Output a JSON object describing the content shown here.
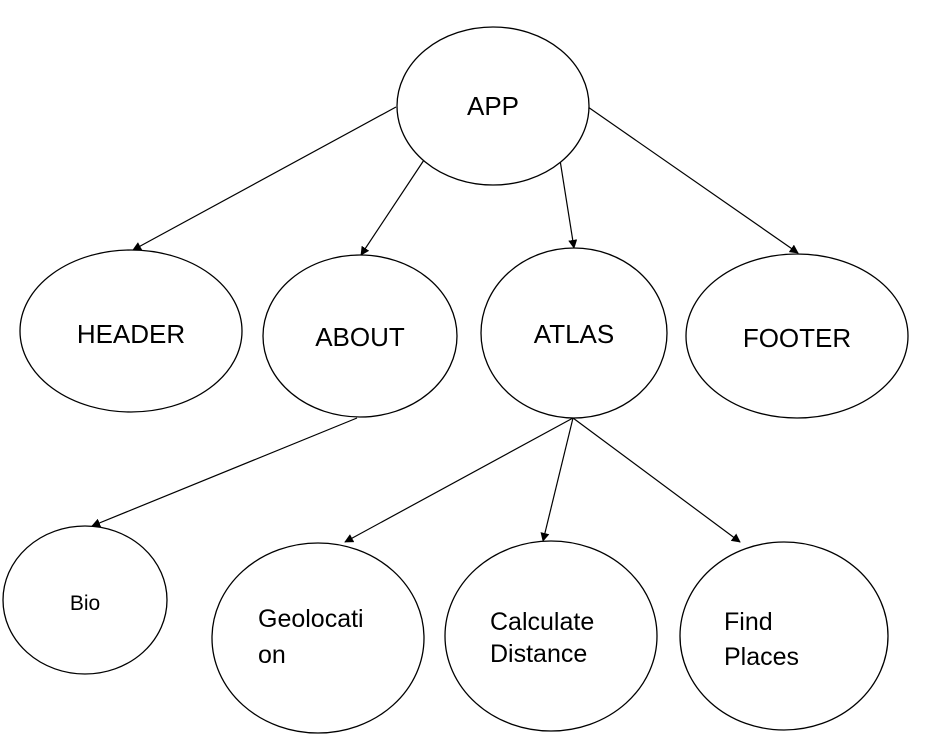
{
  "diagram": {
    "nodes": {
      "app": {
        "label_lines": [
          "APP"
        ]
      },
      "header": {
        "label_lines": [
          "HEADER"
        ]
      },
      "about": {
        "label_lines": [
          "ABOUT"
        ]
      },
      "atlas": {
        "label_lines": [
          "ATLAS"
        ]
      },
      "footer": {
        "label_lines": [
          "FOOTER"
        ]
      },
      "bio": {
        "label_lines": [
          "Bio"
        ]
      },
      "geolocation": {
        "label_lines": [
          "Geolocati",
          "on"
        ]
      },
      "calculate_distance": {
        "label_lines": [
          "Calculate",
          "Distance"
        ]
      },
      "find_places": {
        "label_lines": [
          "Find",
          "Places"
        ]
      }
    },
    "edges": [
      {
        "from": "app",
        "to": "header"
      },
      {
        "from": "app",
        "to": "about"
      },
      {
        "from": "app",
        "to": "atlas"
      },
      {
        "from": "app",
        "to": "footer"
      },
      {
        "from": "about",
        "to": "bio"
      },
      {
        "from": "atlas",
        "to": "geolocation"
      },
      {
        "from": "atlas",
        "to": "calculate_distance"
      },
      {
        "from": "atlas",
        "to": "find_places"
      }
    ]
  }
}
